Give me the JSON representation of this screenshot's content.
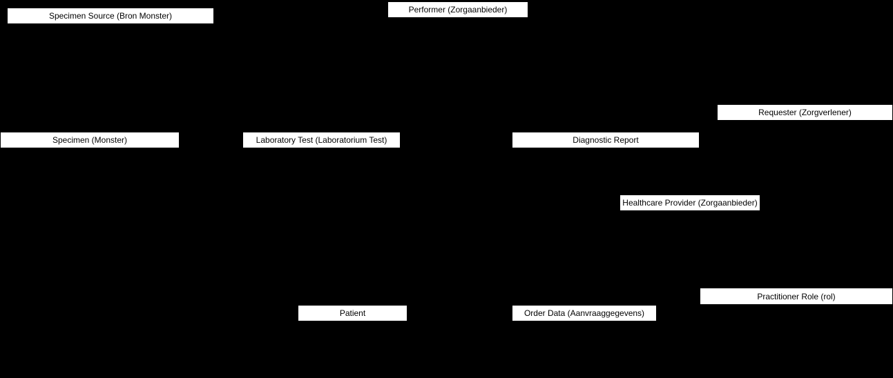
{
  "diagram": {
    "background_color": "#000000",
    "node_fill_color": "#ffffff",
    "node_border_color": "#000000",
    "node_text_color": "#000000",
    "nodes": {
      "specimen_source": {
        "label": "Specimen Source (Bron Monster)"
      },
      "performer": {
        "label": "Performer (Zorgaanbieder)"
      },
      "requester": {
        "label": "Requester (Zorgverlener)"
      },
      "specimen": {
        "label": "Specimen (Monster)"
      },
      "laboratory_test": {
        "label": "Laboratory Test (Laboratorium Test)"
      },
      "diagnostic_report": {
        "label": "Diagnostic Report"
      },
      "healthcare_provider": {
        "label": "Healthcare Provider (Zorgaanbieder)"
      },
      "practitioner_role": {
        "label": "Practitioner Role (rol)"
      },
      "patient": {
        "label": "Patient"
      },
      "order_data": {
        "label": "Order Data (Aanvraaggegevens)"
      }
    }
  }
}
